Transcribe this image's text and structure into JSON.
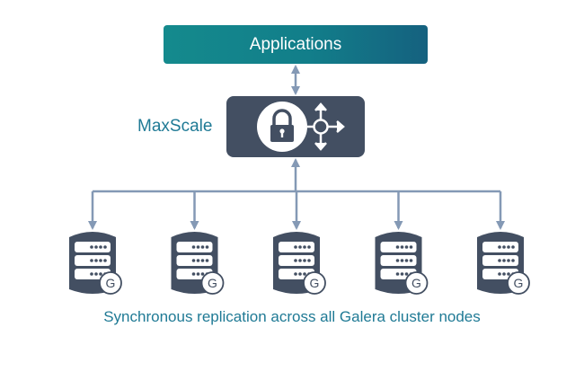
{
  "title": "MaxScale with Galera Cluster",
  "applications": {
    "label": "Applications"
  },
  "proxy": {
    "label": "MaxScale",
    "icons": [
      "lock-icon",
      "routing-arrows-icon"
    ]
  },
  "nodes": [
    {
      "badge": "G"
    },
    {
      "badge": "G"
    },
    {
      "badge": "G"
    },
    {
      "badge": "G"
    },
    {
      "badge": "G"
    }
  ],
  "caption": "Synchronous replication across all Galera cluster nodes",
  "colors": {
    "applications_start": "#148a8d",
    "applications_end": "#15617f",
    "proxy_box": "#434f62",
    "connector": "#8499b5",
    "database": "#434f62",
    "label_text": "#1f7a95"
  }
}
